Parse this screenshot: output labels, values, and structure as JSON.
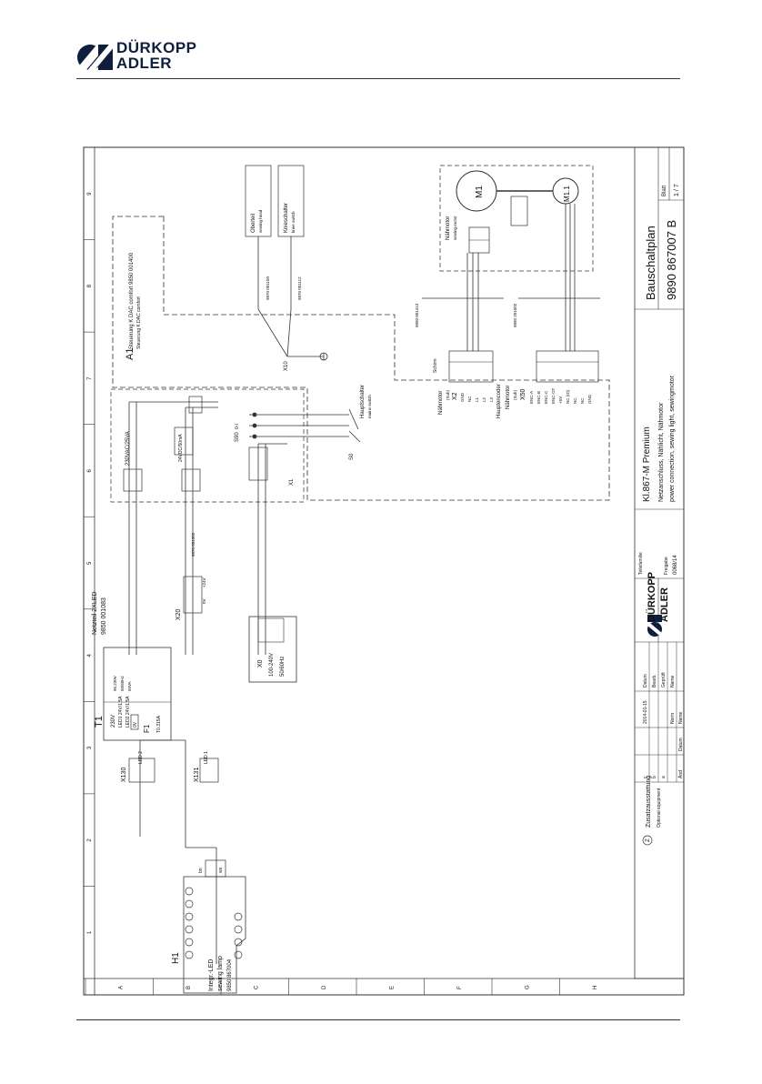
{
  "header": {
    "brand_line1": "DÜRKOPP",
    "brand_line2": "ADLER",
    "brand_color": "#0f1e3c"
  },
  "drawing": {
    "title": "Bauschaltplan",
    "drawing_number": "9890   867007   B",
    "sheet_label": "Blatt",
    "sheet_value": "1 / 7",
    "product": "Kl.867-M Premium",
    "description_de": "Netzanschluss, Nählicht, Nähmotor",
    "description_en": "power connection, sewing light, sewingmotor",
    "company_short": "Teilefamilie",
    "release_label": "Freigabe",
    "release_value": "0068/14",
    "date_label": "Datum",
    "date_value": "2014-01-15",
    "drawn_label": "Bearb.",
    "checked_label": "Geprüft",
    "name_label": "Name",
    "norm_label": "Norm",
    "rev_label": "Änd",
    "rev_date_label": "Datum",
    "rev_name_label": "Name",
    "rev_rows": [
      "c",
      "b",
      "a"
    ],
    "optional_symbol": "Z",
    "optional_de": "Zusatzausstattung",
    "optional_en": "Optional equipment",
    "brand_line1": "DÜRKOPP",
    "brand_line2": "ADLER"
  },
  "grid": {
    "columns": [
      "1",
      "2",
      "3",
      "4",
      "5",
      "6",
      "7",
      "8",
      "9"
    ],
    "rows": [
      "A",
      "B",
      "C",
      "D",
      "E",
      "F",
      "G",
      "H"
    ]
  },
  "components": {
    "a1_label": "A1",
    "a1_desc_de": "Steuerung K DAC comfort 9850 001400",
    "a1_desc_en": "Steuerung K DAC comfort",
    "oberteil_de": "Oberteil",
    "oberteil_en": "sewing head",
    "knieschalter_de": "Knieschalter",
    "knieschalter_en": "knee switch",
    "cable_oberteil": "9870 001150",
    "cable_knie": "9870 001112",
    "x10": "X10",
    "naehmotor_de": "Nähmotor",
    "naehmotor_en": "sewing motor",
    "m1": "M1",
    "m11": "M1.1",
    "cable_motor1": "9850 001413",
    "cable_motor2": "9850 201002",
    "x2_title_de": "Nähmotor",
    "x2_title_en": "(Sub)",
    "x2": "X2",
    "x2_pins": [
      "GND",
      "NC",
      "L1",
      "L2",
      "L3"
    ],
    "x50_title_de": "Hauptencoder",
    "x50_title_sub": "Nähmotor",
    "x50_title_en": "(Sub)",
    "x50": "X50",
    "x50_pins": [
      "ENC-A",
      "ENC-B",
      "ENC-C",
      "ENC-OT",
      "+5V",
      "NC (ID)",
      "NC",
      "NC",
      "GND"
    ],
    "schirm": "Schirm",
    "hauptschalter_de": "Hauptschalter",
    "hauptschalter_en": "mains switch",
    "s0": "S0",
    "s90": "S90",
    "s90_state": "0-I",
    "x1": "X1",
    "volt_230": "230VAC/25VA",
    "volt_24": "24VDC/50mA",
    "t1": "T1",
    "netzteil": "Netzteil 2XLED",
    "netzteil_num": "9850 001083",
    "t1_lines": [
      "230V",
      "LED1 24V/1.5A",
      "LED2 24V/1.5A",
      "0V"
    ],
    "t1_in": [
      "96,230V",
      "50/60Hz",
      "50VA"
    ],
    "f1": "F1",
    "f1_val": "T0.315A",
    "x20": "X20",
    "cable_x20": "9870 001302",
    "x0": "X0",
    "x0_v": "100-240V",
    "x0_f": "50/60Hz",
    "x130": "X130",
    "x131": "X131",
    "led2": "LED 2",
    "led1": "LED 1",
    "h1": "H1",
    "h1_de": "Integr.-LED",
    "h1_en": "sewing lamp",
    "h1_num": "9850 867004",
    "bn": "bn",
    "ws": "ws",
    "plus24": "+24V",
    "zero_v": "0V"
  }
}
